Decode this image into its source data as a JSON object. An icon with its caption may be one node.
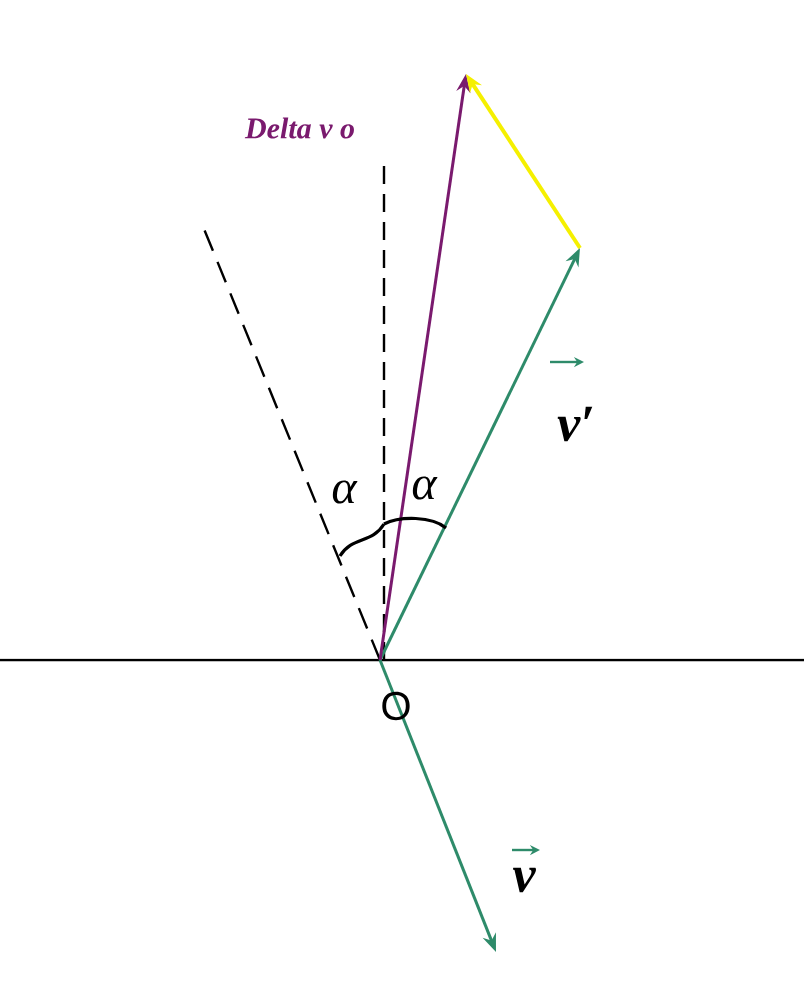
{
  "diagram": {
    "labels": [
      "Delta v o",
      "α",
      "α",
      "v′",
      "v",
      "O"
    ]
  }
}
